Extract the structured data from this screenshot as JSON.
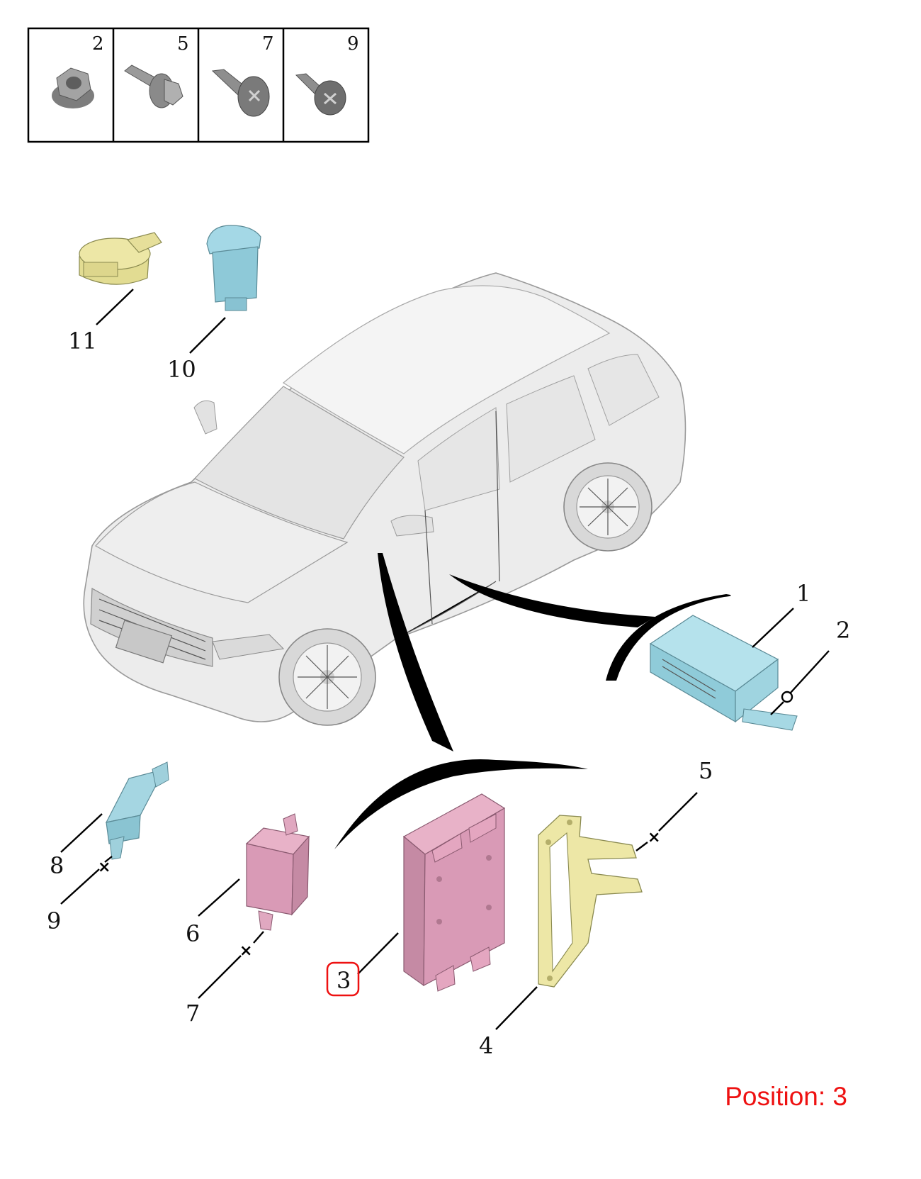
{
  "hardware_table": {
    "items": [
      {
        "number": "2",
        "icon": "flange-nut-icon"
      },
      {
        "number": "5",
        "icon": "flange-bolt-icon"
      },
      {
        "number": "7",
        "icon": "pan-head-screw-icon"
      },
      {
        "number": "9",
        "icon": "phillips-screw-icon"
      }
    ]
  },
  "callouts": {
    "c1": "1",
    "c2": "2",
    "c3": "3",
    "c4": "4",
    "c5": "5",
    "c6": "6",
    "c7": "7",
    "c8": "8",
    "c9": "9",
    "c10": "10",
    "c11": "11"
  },
  "highlighted_callout": "3",
  "colors": {
    "highlight": "#ee1111",
    "part_cyan": "#9fd4e0",
    "part_pink": "#d99ab6",
    "part_yellow": "#ede7a6",
    "car_body": "#ececec"
  },
  "position_label": "Position: 3"
}
